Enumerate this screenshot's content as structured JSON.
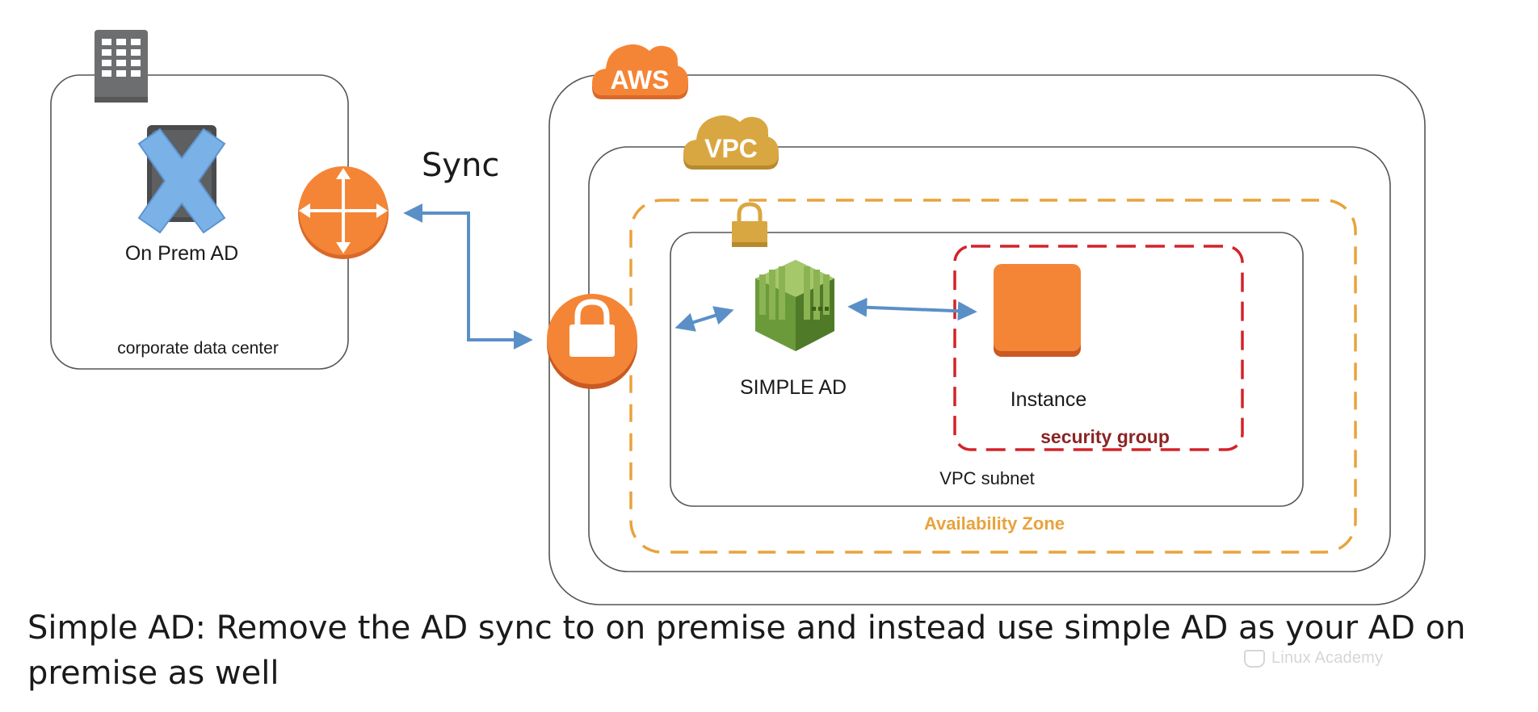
{
  "labels": {
    "aws": "AWS",
    "vpc": "VPC",
    "sync": "Sync",
    "on_prem_ad": "On Prem AD",
    "corporate_data_center": "corporate data center",
    "simple_ad": "SIMPLE AD",
    "instance": "Instance",
    "security_group": "security group",
    "vpc_subnet": "VPC subnet",
    "availability_zone": "Availability Zone"
  },
  "caption": {
    "line1": "Simple AD: Remove the AD sync to on premise and instead use simple AD as your AD on",
    "line2": "premise as well"
  },
  "watermark": "Linux Academy",
  "colors": {
    "aws_orange": "#f58536",
    "vpc_gold": "#d9a741",
    "az_dash": "#e8a33d",
    "sg_red": "#d42229",
    "sg_label": "#8b2525",
    "arrow_blue": "#5b8fc7",
    "simple_ad_green": "#6a9a3a",
    "box_stroke": "#555555"
  },
  "icons": [
    "building-icon",
    "server-icon",
    "x-mark-icon",
    "router-icon",
    "vpn-gateway-icon",
    "padlock-icon",
    "simple-ad-icon",
    "instance-icon",
    "aws-cloud-icon",
    "vpc-cloud-icon"
  ]
}
